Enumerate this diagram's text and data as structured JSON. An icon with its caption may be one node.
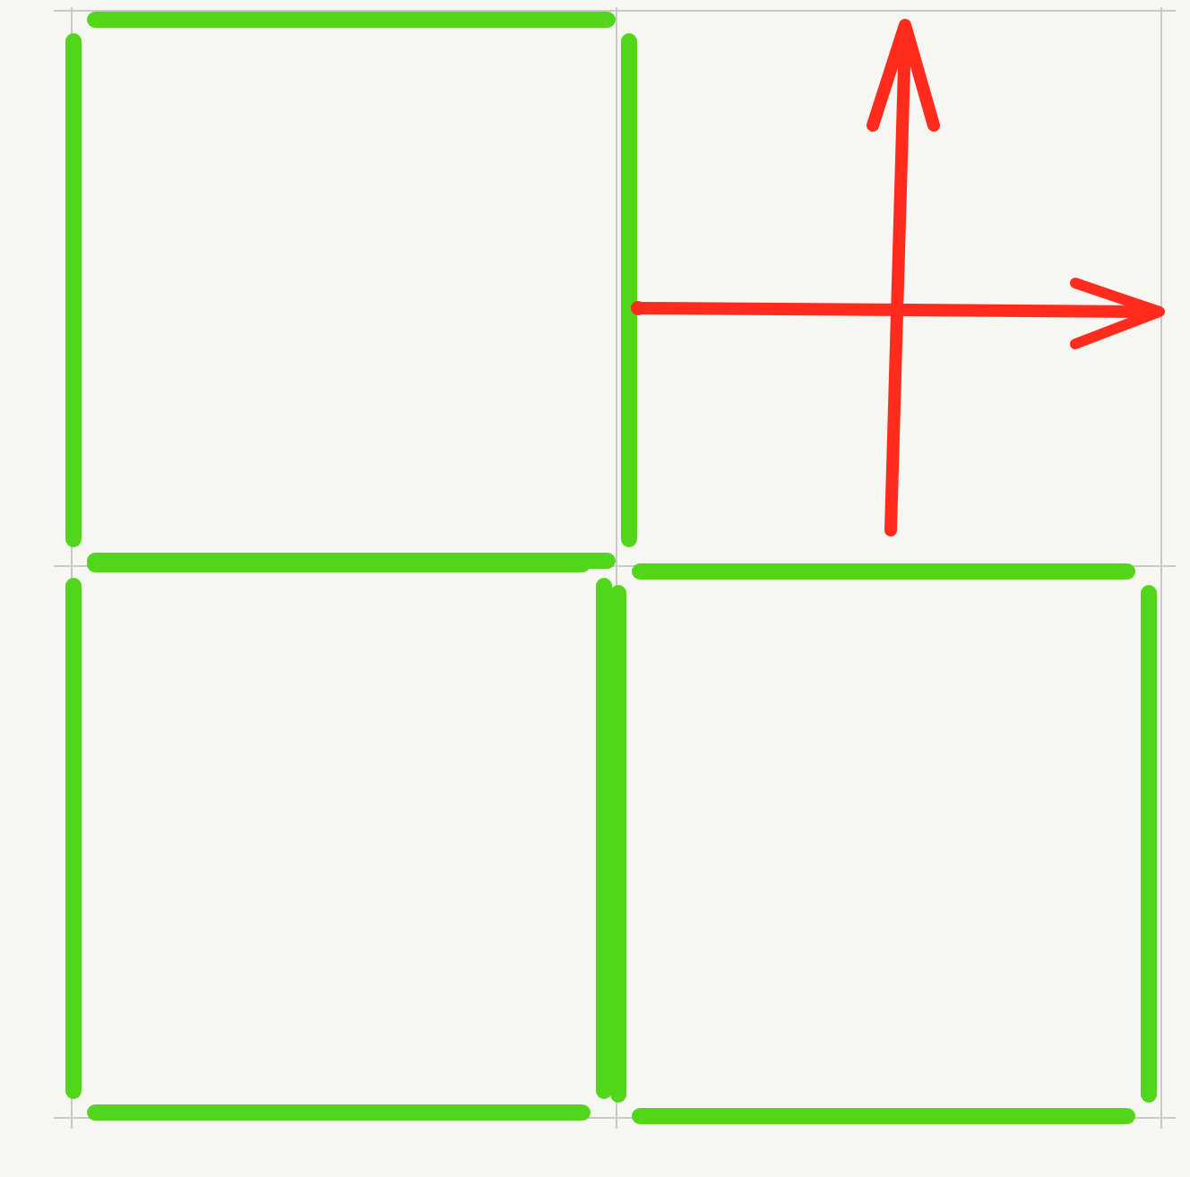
{
  "diagram": {
    "nodes": [
      {
        "text": [],
        "shape": "box"
      },
      {
        "text": [],
        "shape": "box"
      },
      {
        "text": [],
        "shape": "box"
      }
    ]
  }
}
